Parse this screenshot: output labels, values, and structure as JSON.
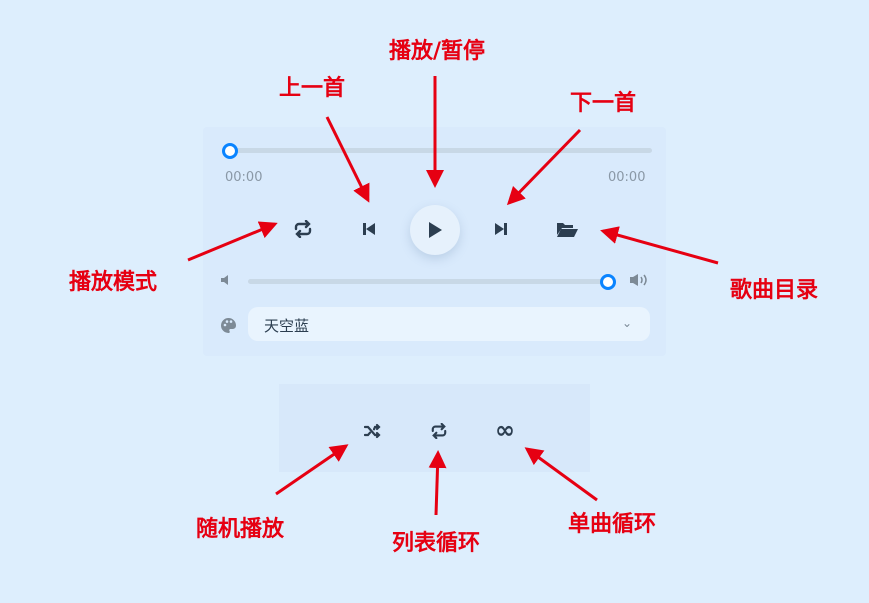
{
  "player": {
    "time_current": "00:00",
    "time_total": "00:00",
    "progress": 0,
    "volume": 1.0,
    "theme": "天空蓝"
  },
  "annotations": {
    "prev": "上一首",
    "play_pause": "播放/暂停",
    "next": "下一首",
    "play_mode": "播放模式",
    "playlist": "歌曲目录",
    "shuffle": "随机播放",
    "list_loop": "列表循环",
    "single_loop": "单曲循环"
  },
  "colors": {
    "accent": "#0a84ff",
    "annotation": "#e60012",
    "icon": "#2c3e50"
  }
}
